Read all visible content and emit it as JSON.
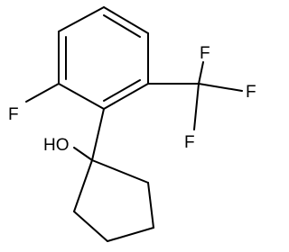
{
  "molecule": {
    "labels": {
      "fluorine_ring": "F",
      "cf3_f_top": "F",
      "cf3_f_right": "F",
      "cf3_f_bottom": "F",
      "hydroxyl": "HO"
    },
    "colors": {
      "bond": "#000000",
      "text": "#000000",
      "background": "#ffffff"
    }
  }
}
